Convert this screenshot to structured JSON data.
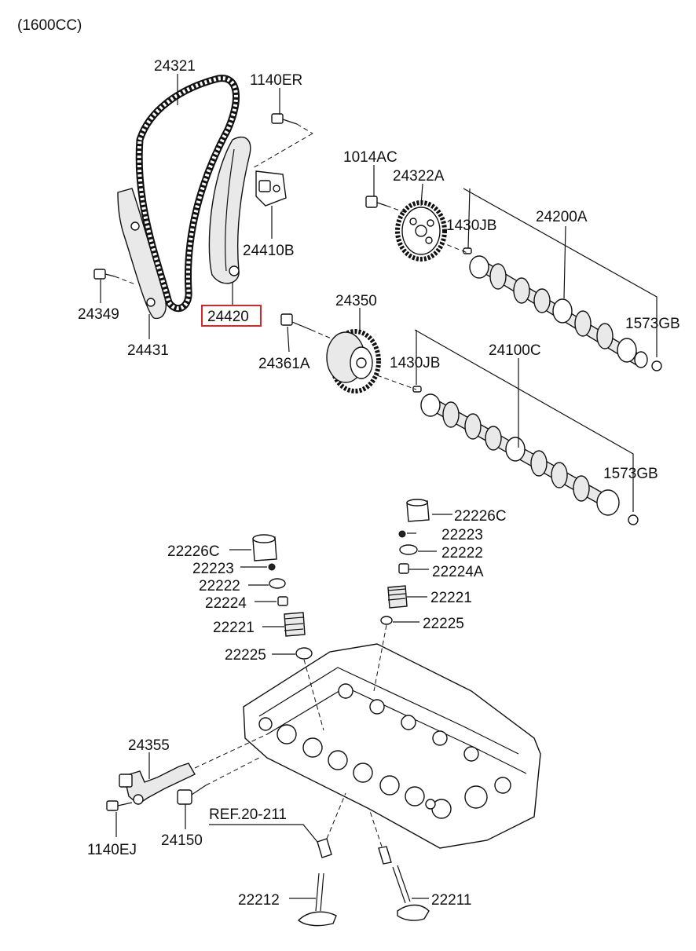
{
  "header": {
    "engine_spec": "(1600CC)"
  },
  "colors": {
    "highlight_box": "#d8262b",
    "line": "#111111",
    "background": "#ffffff"
  },
  "highlighted_part": "24420",
  "parts": {
    "p24321": "24321",
    "p1140ER": "1140ER",
    "p24410B": "24410B",
    "p24420": "24420",
    "p24349": "24349",
    "p24431": "24431",
    "p1014AC": "1014AC",
    "p24322A": "24322A",
    "p1430JB_a": "1430JB",
    "p24200A": "24200A",
    "p1573GB_a": "1573GB",
    "p24350": "24350",
    "p24361A": "24361A",
    "p1430JB_b": "1430JB",
    "p24100C": "24100C",
    "p1573GB_b": "1573GB",
    "p22226C_r": "22226C",
    "p22223_r": "22223",
    "p22222_r": "22222",
    "p22224A": "22224A",
    "p22221_r": "22221",
    "p22225_r": "22225",
    "p22226C_l": "22226C",
    "p22223_l": "22223",
    "p22222_l": "22222",
    "p22224": "22224",
    "p22221_l": "22221",
    "p22225_l": "22225",
    "p24355": "24355",
    "p1140EJ": "1140EJ",
    "p24150": "24150",
    "ref": "REF.20-211",
    "p22212": "22212",
    "p22211": "22211"
  }
}
